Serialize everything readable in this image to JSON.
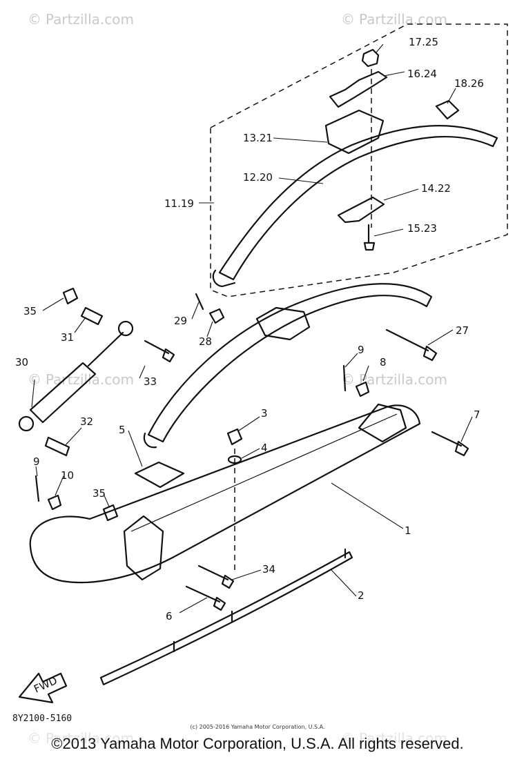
{
  "watermarks": [
    {
      "symbol": "©",
      "text": "Partzilla.com"
    },
    {
      "symbol": "©",
      "text": "Partzilla.com"
    },
    {
      "symbol": "©",
      "text": "Partzilla.com"
    },
    {
      "symbol": "©",
      "text": "Partzilla.com"
    },
    {
      "symbol": "©",
      "text": "Partzilla.com"
    },
    {
      "symbol": "©",
      "text": "Partzilla.com"
    }
  ],
  "callouts": [
    "17.25",
    "16.24",
    "18.26",
    "13.21",
    "12.20",
    "11.19",
    "14.22",
    "15.23",
    "35",
    "31",
    "29",
    "28",
    "27",
    "30",
    "33",
    "9",
    "8",
    "32",
    "3",
    "5",
    "4",
    "7",
    "9",
    "10",
    "35",
    "1",
    "34",
    "2",
    "6"
  ],
  "fwd_label": "FWD",
  "diagram_code": "8Y2100-5160",
  "small_copyright": "(c) 2005-2016 Yamaha Motor Corporation, U.S.A.",
  "copyright": "©2013 Yamaha Motor Corporation, U.S.A. All rights reserved."
}
